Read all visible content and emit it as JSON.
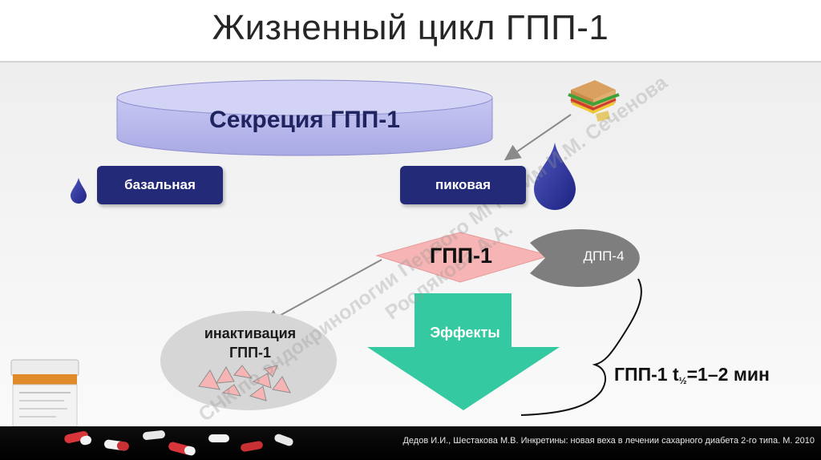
{
  "title": "Жизненный цикл ГПП-1",
  "secretion": {
    "label": "Секреция ГПП-1"
  },
  "secretion_types": {
    "basal": "базальная",
    "peak": "пиковая"
  },
  "glp1": {
    "label": "ГПП-1"
  },
  "dpp4": {
    "label": "ДПП-4"
  },
  "inactivation": {
    "line1": "инактивация",
    "line2": "ГПП-1"
  },
  "effects": {
    "label": "Эффекты"
  },
  "halflife": {
    "prefix": "ГПП-1 t",
    "subscript": "½",
    "suffix": "=1–2 мин"
  },
  "watermark": {
    "line1": "СНК по эндокринологии Первого МГМУ им И.М. Сеченова",
    "line2": "Рослякова А.А."
  },
  "footer": {
    "citation": "Дедов И.И., Шестакова М.В. Инкретины: новая веха в лечении сахарного диабета 2-го типа. М. 2010"
  },
  "colors": {
    "cylinder": "#b9b9ee",
    "pill": "#232a78",
    "drop": "#2b3294",
    "glp_diamond": "#f6b4b4",
    "dpp_shape": "#7e7e7e",
    "inactivation_ellipse": "#d6d6d6",
    "effects_arrow": "#35c9a1"
  },
  "icons": [
    "small-drop-icon",
    "large-drop-icon",
    "sandwich-icon",
    "pill-bottle-icon",
    "pills-icon"
  ]
}
